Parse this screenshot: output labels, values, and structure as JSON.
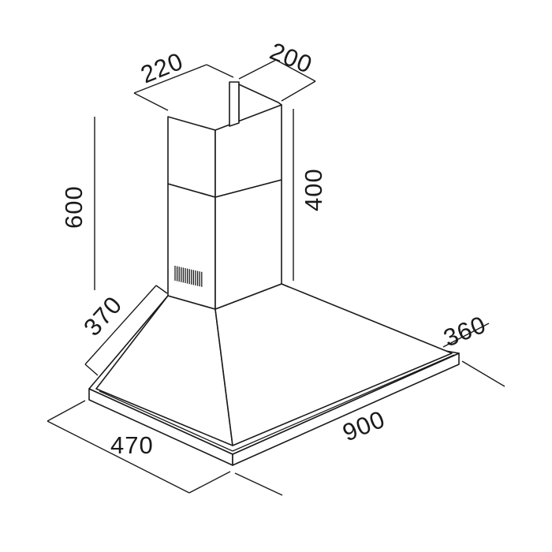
{
  "dimensions": {
    "chimney_width": "220",
    "chimney_depth": "200",
    "chimney_upper_height": "400",
    "total_chimney_height": "600",
    "canopy_depth_top": "370",
    "canopy_side": "360",
    "hood_width": "900",
    "hood_depth": "470"
  },
  "colors": {
    "line": "#1a1a1a",
    "background": "#ffffff"
  }
}
